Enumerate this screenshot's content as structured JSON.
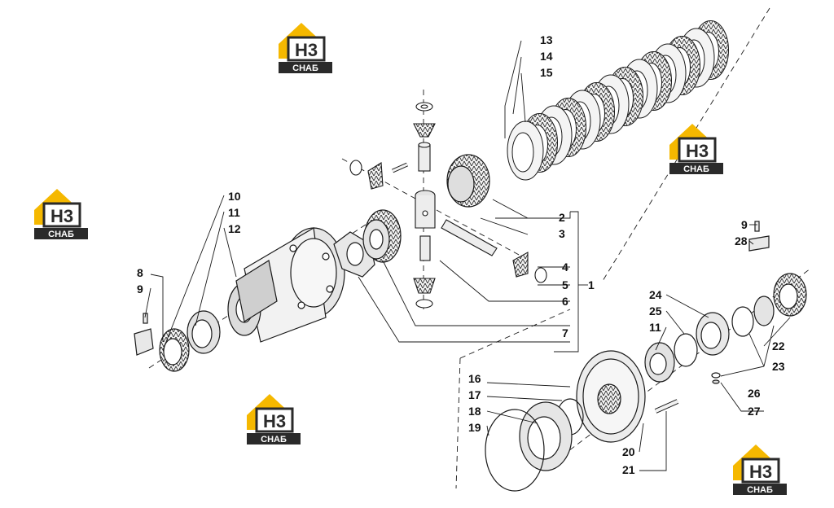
{
  "watermark": {
    "mark": "H3",
    "caption": "CHAБ",
    "colors": {
      "gold": "#f5b800",
      "dark": "#2a2a2a",
      "white": "#ffffff"
    }
  },
  "callouts": {
    "n1": "1",
    "n2": "2",
    "n3": "3",
    "n4": "4",
    "n5": "5",
    "n6": "6",
    "n7": "7",
    "n8": "8",
    "n9a": "9",
    "n9b": "9",
    "n10": "10",
    "n11a": "11",
    "n11b": "11",
    "n12": "12",
    "n13": "13",
    "n14": "14",
    "n15": "15",
    "n16": "16",
    "n17": "17",
    "n18": "18",
    "n19": "19",
    "n20": "20",
    "n21": "21",
    "n22": "22",
    "n23": "23",
    "n24": "24",
    "n25": "25",
    "n26": "26",
    "n27": "27",
    "n28": "28"
  },
  "colors": {
    "line": "#1a1a1a",
    "fill": "#f2f2f2",
    "shade": "#bdbdbd"
  }
}
